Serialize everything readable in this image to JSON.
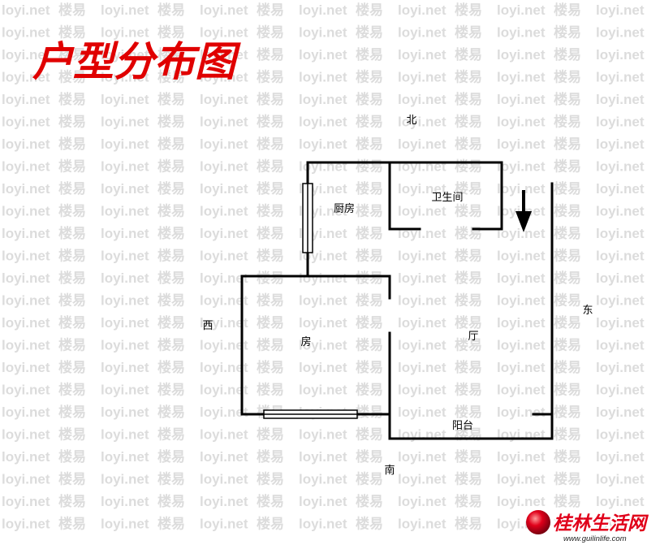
{
  "title": "户型分布图",
  "compass": {
    "north": "北",
    "south": "南",
    "east": "东",
    "west": "西"
  },
  "rooms": {
    "kitchen": "厨房",
    "bathroom": "卫生间",
    "bedroom": "房",
    "living_room": "厅",
    "balcony": "阳台"
  },
  "watermark": {
    "latin": "loyi.net",
    "cjk": "楼易"
  },
  "logo": {
    "name": "桂林生活网",
    "url": "www.guilinlife.com"
  },
  "icons": {
    "direction_arrow": "arrow-down-icon",
    "logo_mark": "red-sphere-icon"
  },
  "colors": {
    "title": "#e00000",
    "walls": "#000000",
    "logo": "#e0001a",
    "watermark": "#dcdcdc",
    "background": "#ffffff"
  }
}
